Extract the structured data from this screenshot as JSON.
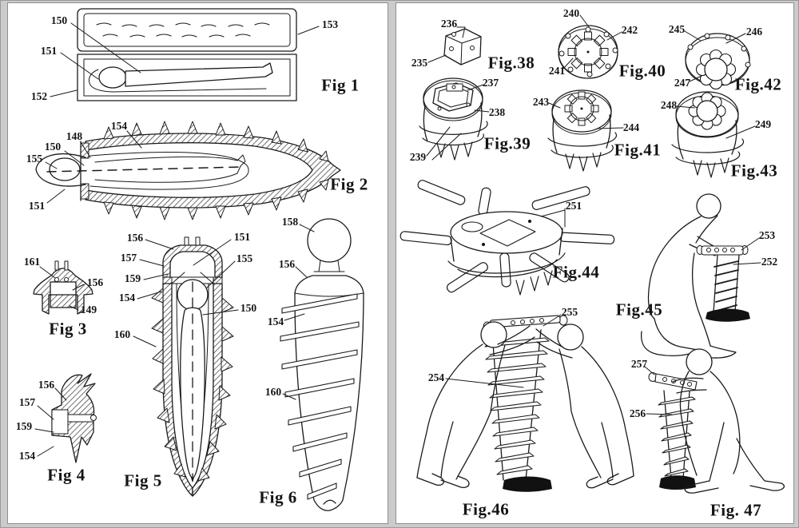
{
  "colors": {
    "ink": "#1a1a1a",
    "page_bg": "#ffffff",
    "canvas_bg": "#cbcbcb",
    "ground_fill": "#111111"
  },
  "pages": [
    {
      "side": "left",
      "figures": [
        {
          "caption": "Fig 1",
          "labels": [
            "150",
            "151",
            "152",
            "153"
          ]
        },
        {
          "caption": "Fig 2",
          "labels": [
            "154",
            "148",
            "150",
            "155",
            "151"
          ]
        },
        {
          "caption": "Fig 3",
          "labels": [
            "161",
            "156",
            "149"
          ]
        },
        {
          "caption": "Fig 4",
          "labels": [
            "156",
            "157",
            "159",
            "154"
          ]
        },
        {
          "caption": "Fig 5",
          "labels": [
            "156",
            "157",
            "159",
            "154",
            "160",
            "151",
            "155",
            "150"
          ]
        },
        {
          "caption": "Fig 6",
          "labels": [
            "158",
            "156",
            "154",
            "160"
          ]
        }
      ]
    },
    {
      "side": "right",
      "figures": [
        {
          "caption": "Fig.38",
          "labels": [
            "236",
            "235"
          ]
        },
        {
          "caption": "Fig.39",
          "labels": [
            "237",
            "238",
            "239"
          ]
        },
        {
          "caption": "Fig.40",
          "labels": [
            "240",
            "242",
            "241"
          ]
        },
        {
          "caption": "Fig.41",
          "labels": [
            "243",
            "244"
          ]
        },
        {
          "caption": "Fig.42",
          "labels": [
            "245",
            "246",
            "247"
          ]
        },
        {
          "caption": "Fig.43",
          "labels": [
            "248",
            "249"
          ]
        },
        {
          "caption": "Fig.44",
          "labels": [
            "251"
          ]
        },
        {
          "caption": "Fig.45",
          "labels": [
            "253",
            "252"
          ]
        },
        {
          "caption": "Fig.46",
          "labels": [
            "255",
            "254"
          ]
        },
        {
          "caption": "Fig. 47",
          "labels": [
            "257",
            "256"
          ]
        }
      ]
    }
  ]
}
